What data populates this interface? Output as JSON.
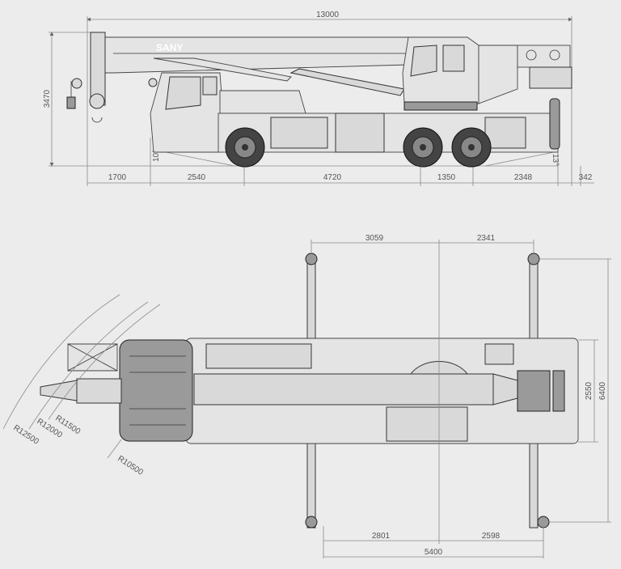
{
  "brand": "SANY",
  "side_view": {
    "overall_length": "13000",
    "overall_height": "3470",
    "approach_angle": "10°",
    "departure_angle": "13°",
    "segments": [
      "1700",
      "2540",
      "4720",
      "1350",
      "2348",
      "342"
    ]
  },
  "plan_view": {
    "top_dims": [
      "3059",
      "2341"
    ],
    "right_dims": [
      "2550",
      "6400"
    ],
    "bottom_dims": [
      "2801",
      "2598"
    ],
    "outrigger_span": "5400",
    "radii": [
      "R12500",
      "R12000",
      "R11500",
      "R10500"
    ]
  }
}
